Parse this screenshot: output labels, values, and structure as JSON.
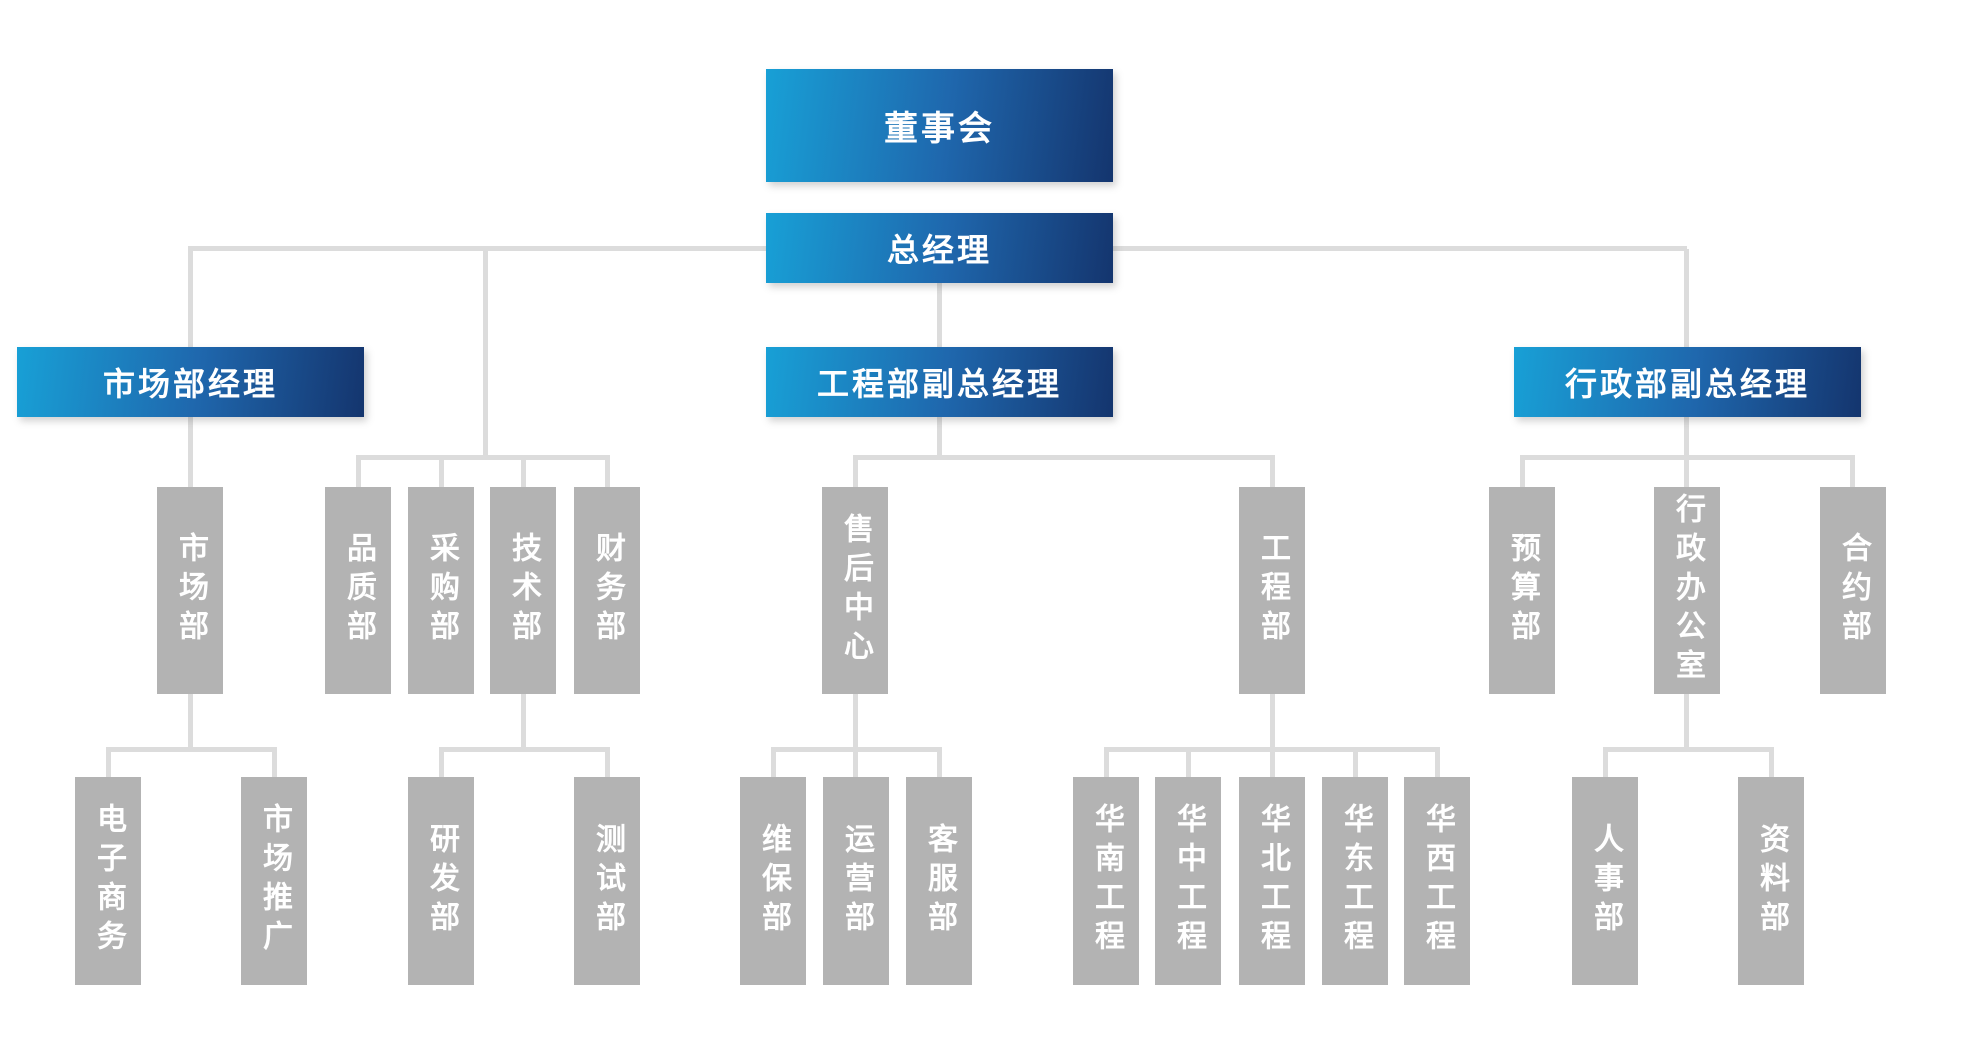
{
  "colors": {
    "leader_gradient_start": "#18a0d6",
    "leader_gradient_mid": "#1f67ad",
    "leader_gradient_end": "#14356e",
    "department_fill": "#b3b3b3",
    "connector": "#dcdcdc",
    "label_text": "#ffffff",
    "background": "#ffffff"
  },
  "org": {
    "board": "董事会",
    "general_manager": "总经理",
    "gm_direct_departments": [
      {
        "label": "品质部"
      },
      {
        "label": "采购部"
      },
      {
        "label": "技术部",
        "children": [
          {
            "label": "研发部"
          },
          {
            "label": "测试部"
          }
        ]
      },
      {
        "label": "财务部"
      }
    ],
    "branches": [
      {
        "manager": "市场部经理",
        "departments": [
          {
            "label": "市场部",
            "children": [
              {
                "label": "电子商务"
              },
              {
                "label": "市场推广"
              }
            ]
          }
        ]
      },
      {
        "manager": "工程部副总经理",
        "departments": [
          {
            "label": "售后中心",
            "children": [
              {
                "label": "维保部"
              },
              {
                "label": "运营部"
              },
              {
                "label": "客服部"
              }
            ]
          },
          {
            "label": "工程部",
            "children": [
              {
                "label": "华南工程"
              },
              {
                "label": "华中工程"
              },
              {
                "label": "华北工程"
              },
              {
                "label": "华东工程"
              },
              {
                "label": "华西工程"
              }
            ]
          }
        ]
      },
      {
        "manager": "行政部副总经理",
        "departments": [
          {
            "label": "预算部"
          },
          {
            "label": "行政办公室",
            "children": [
              {
                "label": "人事部"
              },
              {
                "label": "资料部"
              }
            ]
          },
          {
            "label": "合约部"
          }
        ]
      }
    ]
  }
}
